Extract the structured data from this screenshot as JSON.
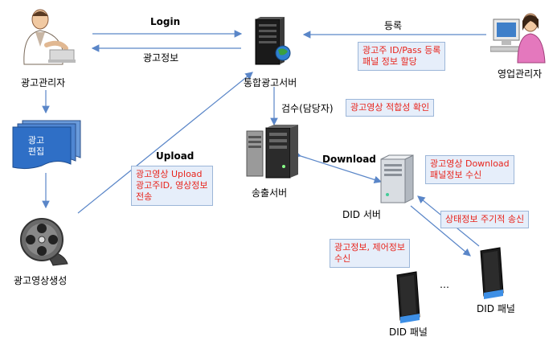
{
  "labels": {
    "login": "Login",
    "ad_info": "광고정보",
    "register": "등록",
    "ad_manager": "광고관리자",
    "ad_server": "통합광고서버",
    "sales_manager": "영업관리자",
    "inspection": "검수(담당자)",
    "upload": "Upload",
    "download": "Download",
    "transmit_server": "송출서버",
    "did_server": "DID 서버",
    "ad_video_gen": "광고영상생성",
    "did_panel_right": "DID 패널",
    "did_panel_bottom": "DID 패널",
    "ellipsis": "…",
    "ad_edit": "광고\n편집"
  },
  "notes": {
    "register_note": "광고주 ID/Pass 등록\n패널 정보 할당",
    "inspect_note": "광고영상 적합성 확인",
    "upload_note": "광고영상 Upload\n광고주ID, 영상정보\n전송",
    "download_note": "광고영상 Download\n패널정보 수신",
    "status_note": "상태정보 주기적 송신",
    "control_note": "광고정보, 제어정보\n수신"
  },
  "colors": {
    "arrow": "#5a86c8",
    "note_text": "#e8241c",
    "note_bg": "#e6eefa",
    "doc_blue": "#2f6fc6"
  },
  "icons": [
    "ad-manager-person-icon",
    "server-icon",
    "sales-manager-person-icon",
    "document-stack-icon",
    "transmit-server-icon",
    "did-server-icon",
    "film-reel-icon",
    "did-panel-icon"
  ]
}
